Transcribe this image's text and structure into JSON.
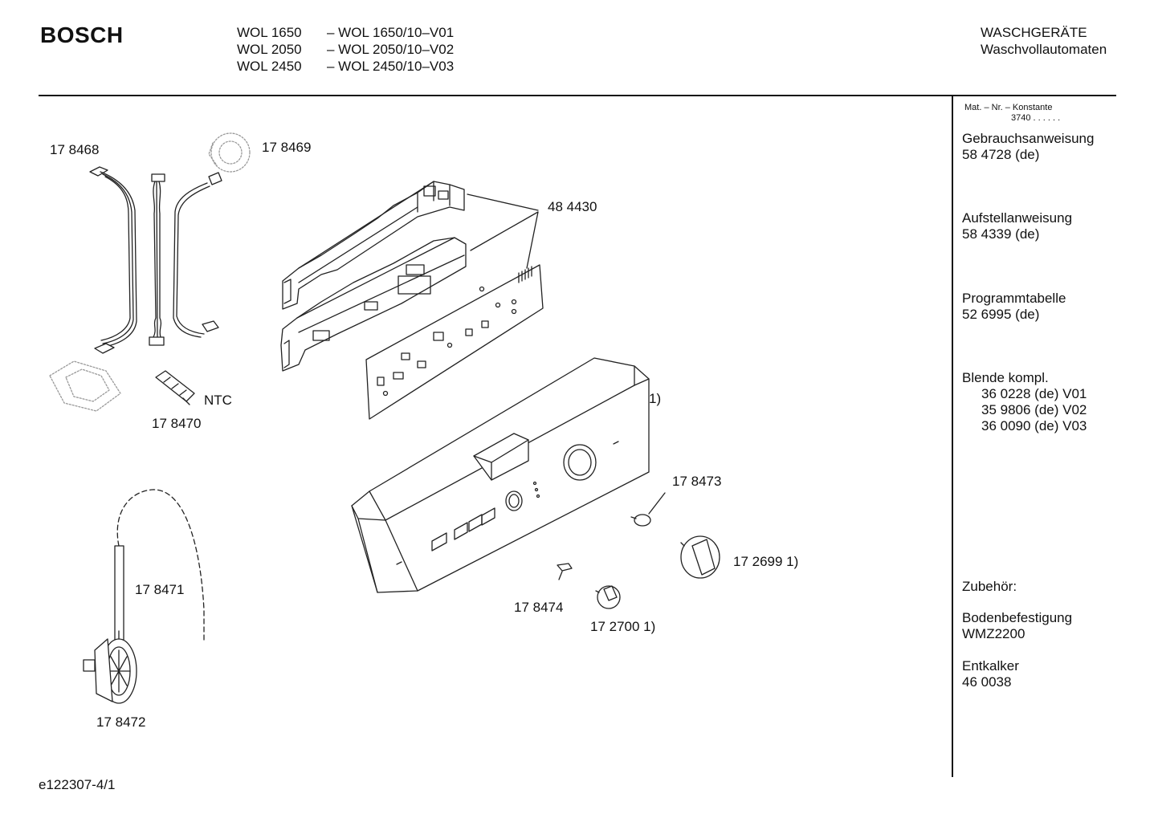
{
  "header": {
    "brand": "BOSCH",
    "models": [
      {
        "model": "WOL 1650",
        "variant": "– WOL 1650/10–V01"
      },
      {
        "model": "WOL 2050",
        "variant": "– WOL 2050/10–V02"
      },
      {
        "model": "WOL 2450",
        "variant": "– WOL 2450/10–V03"
      }
    ],
    "category": "WASCHGERÄTE",
    "subcategory": "Waschvollautomaten"
  },
  "sidebar": {
    "mat_label": "Mat. – Nr. – Konstante",
    "mat_value": "3740 . . . . . .",
    "manual_label": "Gebrauchsanweisung",
    "manual_value": "58 4728 (de)",
    "setup_label": "Aufstellanweisung",
    "setup_value": "58 4339 (de)",
    "program_label": "Programmtabelle",
    "program_value": "52 6995 (de)",
    "panel_label": "Blende kompl.",
    "panel_v1": "36 0228 (de) V01",
    "panel_v2": "35 9806 (de) V02",
    "panel_v3": "36 0090 (de) V03",
    "accessories_label": "Zubehör:",
    "floor_label": "Bodenbefestigung",
    "floor_value": "WMZ2200",
    "descaler_label": "Entkalker",
    "descaler_value": "46 0038"
  },
  "diagram": {
    "p178468": "17 8468",
    "p178469": "17 8469",
    "p484430": "48 4430",
    "ntc": "NTC",
    "p178470": "17 8470",
    "note1": "1)",
    "p178473": "17 8473",
    "p172699": "17 2699 1)",
    "p178471": "17 8471",
    "p178474": "17 8474",
    "p172700": "17 2700 1)",
    "p178472": "17 8472"
  },
  "footer": {
    "doc_id": "e122307-4/1"
  }
}
